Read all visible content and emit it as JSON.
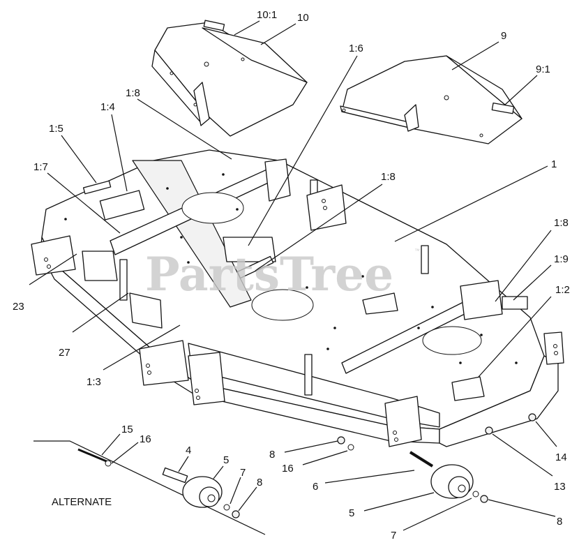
{
  "watermark": "PartsTree",
  "watermark_tm": "™",
  "alternate_label": "ALTERNATE",
  "callouts": {
    "c_10_1": "10:1",
    "c_10": "10",
    "c_1_6": "1:6",
    "c_9": "9",
    "c_9_1": "9:1",
    "c_1_8_top": "1:8",
    "c_1_4": "1:4",
    "c_1_5": "1:5",
    "c_1_7": "1:7",
    "c_1_8_mid": "1:8",
    "c_1": "1",
    "c_1_8_right": "1:8",
    "c_1_9": "1:9",
    "c_1_2": "1:2",
    "c_23": "23",
    "c_27": "27",
    "c_1_3": "1:3",
    "c_15": "15",
    "c_16_left": "16",
    "c_4": "4",
    "c_5_left": "5",
    "c_7_left": "7",
    "c_8_left": "8",
    "c_8_mid": "8",
    "c_16_mid": "16",
    "c_6": "6",
    "c_5_right": "5",
    "c_7_right": "7",
    "c_8_right": "8",
    "c_14": "14",
    "c_13": "13"
  }
}
